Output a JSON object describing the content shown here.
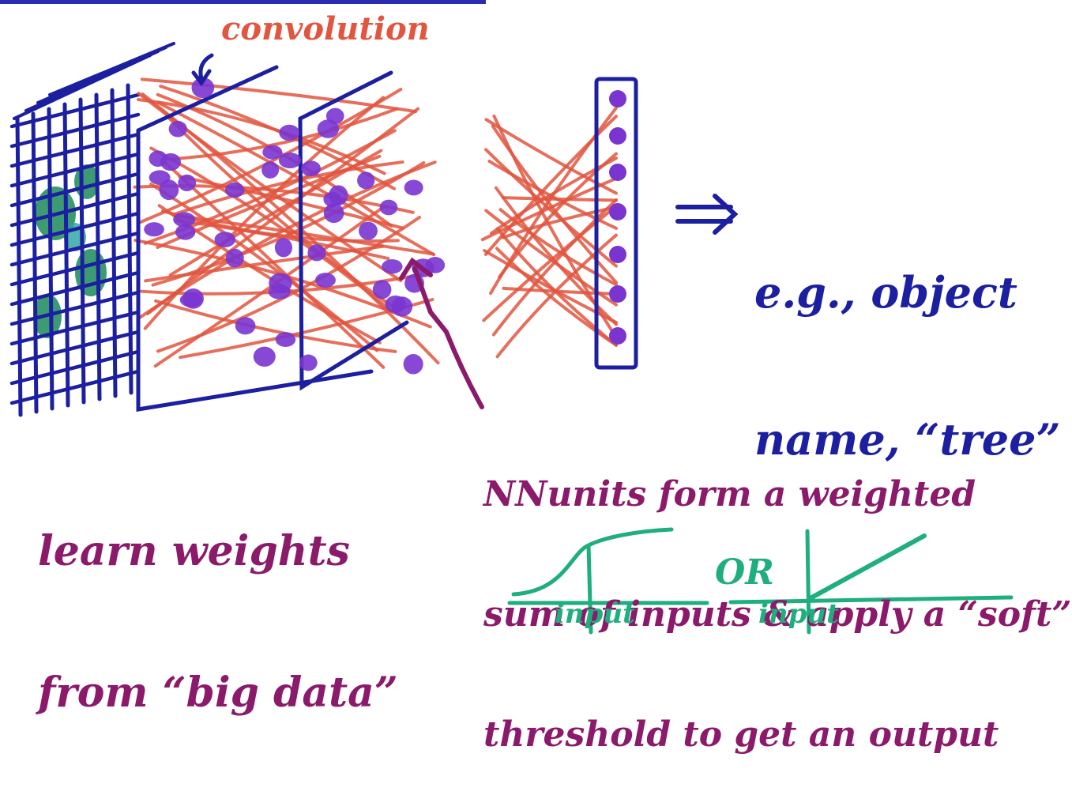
{
  "labels": {
    "convolution": "convolution",
    "output_line1": "e.g., object",
    "output_line2": "name, “tree”",
    "learn_line1": "learn weights",
    "learn_line2": "from “big data”",
    "nn_line1": "NNunits form a weighted",
    "nn_line2": "sum of inputs & apply a “soft”",
    "nn_line3": "threshold to get an output",
    "or": "OR",
    "input_sigmoid": "input",
    "input_relu": "input"
  },
  "colors": {
    "grid_blue": "#1c1fa0",
    "connection_orange": "#e2553e",
    "unit_purple": "#7a35d0",
    "annotation_magenta": "#8b1a6b",
    "activation_green": "#1fae7d",
    "input_green": "#1a8a5a",
    "input_teal": "#26a3a0"
  }
}
